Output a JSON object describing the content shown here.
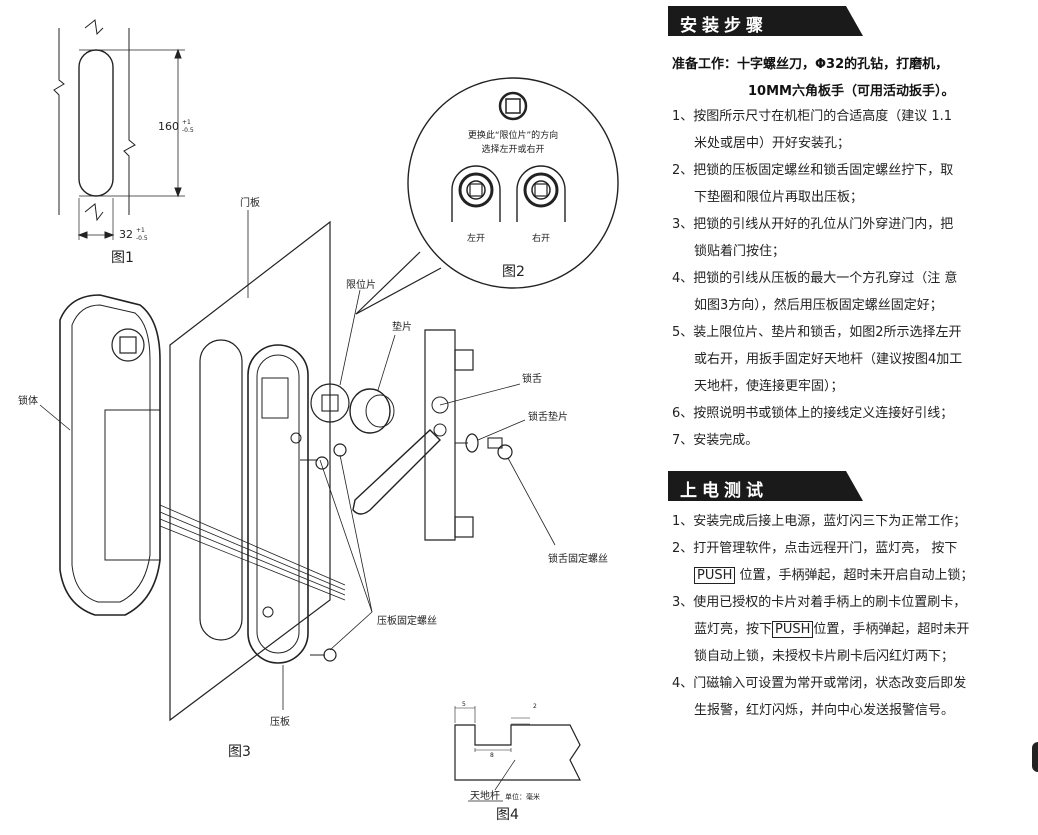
{
  "figures": {
    "fig1": {
      "caption": "图1",
      "dim_height": "160",
      "dim_height_tol_upper": "+1",
      "dim_height_tol_lower": "-0.5",
      "dim_width": "32",
      "dim_width_tol_upper": "+1",
      "dim_width_tol_lower": "-0.5"
    },
    "fig2": {
      "caption": "图2",
      "note_line1": "更换此“限位片”的方向",
      "note_line2": "选择左开或右开",
      "left_label": "左开",
      "right_label": "右开"
    },
    "fig3": {
      "caption": "图3",
      "labels": {
        "door_panel": "门板",
        "lock_body": "锁体",
        "stopper": "限位片",
        "washer": "垫片",
        "tongue": "锁舌",
        "tongue_washer": "锁舌垫片",
        "tongue_screw": "锁舌固定螺丝",
        "plate_screw": "压板固定螺丝",
        "pressure_plate": "压板"
      }
    },
    "fig4": {
      "caption": "图4",
      "dim_a": "5",
      "dim_b": "2",
      "dim_c": "8",
      "part_name": "天地杆",
      "unit_note": "单位：毫米"
    }
  },
  "install": {
    "heading": "安装步骤",
    "prep_line1": "准备工作：十字螺丝刀，Φ32的孔钻，打磨机，",
    "prep_line2": "10MM六角板手（可用活动扳手）。",
    "steps": [
      {
        "l1": "1、按图所示尺寸在机柜门的合适高度（建议 1.1",
        "l2": "米处或居中）开好安装孔；"
      },
      {
        "l1": "2、把锁的压板固定螺丝和锁舌固定螺丝拧下，取",
        "l2": "下垫圈和限位片再取出压板；"
      },
      {
        "l1": "3、把锁的引线从开好的孔位从门外穿进门内，把",
        "l2": "锁贴着门按住；"
      },
      {
        "l1": "4、把锁的引线从压板的最大一个方孔穿过（注 意",
        "l2": "如图3方向），然后用压板固定螺丝固定好；"
      },
      {
        "l1": "5、装上限位片、垫片和锁舌，如图2所示选择左开",
        "l2": "或右开，用扳手固定好天地杆（建议按图4加工",
        "l3": "天地杆，使连接更牢固）；"
      },
      {
        "l1": "6、按照说明书或锁体上的接线定义连接好引线；"
      },
      {
        "l1": "7、安装完成。"
      }
    ]
  },
  "power": {
    "heading": "上电测试",
    "steps": [
      {
        "l1": "1、安装完成后接上电源，蓝灯闪三下为正常工作；"
      },
      {
        "l1": "2、打开管理软件，点击远程开门，蓝灯亮， 按下",
        "push": "PUSH",
        "l2_after": " 位置，手柄弹起，超时未开启自动上锁；"
      },
      {
        "l1": "3、使用已授权的卡片对着手柄上的刷卡位置刷卡，",
        "l2_before": "蓝灯亮，按下",
        "push": "PUSH",
        "l2_after": "位置，手柄弹起，超时未开",
        "l3": "锁自动上锁，未授权卡片刷卡后闪红灯两下；"
      },
      {
        "l1": "4、门磁输入可设置为常开或常闭，状态改变后即发",
        "l2": "生报警，红灯闪烁，并向中心发送报警信号。"
      }
    ]
  },
  "colors": {
    "banner_bg": "#1a1a1a",
    "text": "#222222"
  }
}
